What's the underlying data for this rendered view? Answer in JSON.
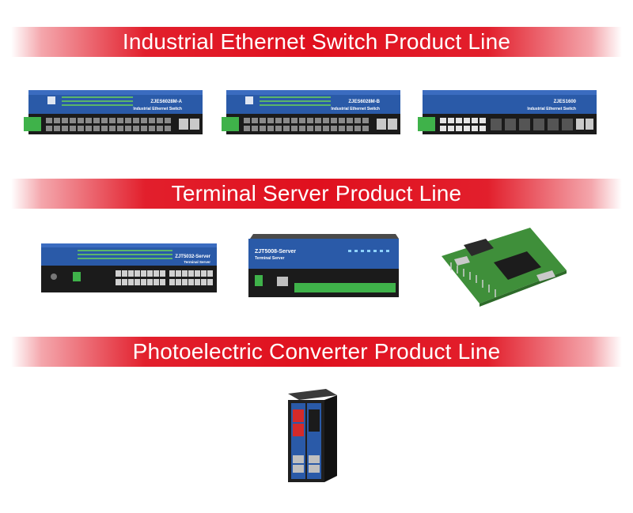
{
  "sections": [
    {
      "title": "Industrial Ethernet Switch Product Line"
    },
    {
      "title": "Terminal Server Product Line"
    },
    {
      "title": "Photoelectric Converter Product Line"
    }
  ],
  "products": {
    "switch_1": {
      "model": "ZJES6028M-A",
      "caption": "Industrial Ethernet Switch"
    },
    "switch_2": {
      "model": "ZJES6028M-B",
      "caption": "Industrial Ethernet Switch"
    },
    "switch_3": {
      "model": "ZJES1600",
      "caption": "Industrial Ethernet Switch"
    },
    "server_1": {
      "model": "ZJT5032-Server",
      "caption": "Terminal Server"
    },
    "server_2": {
      "model": "ZJT5008-Server",
      "caption": "Terminal Server"
    }
  },
  "colors": {
    "banner_red": "#e0101e",
    "device_blue": "#2a5aa8",
    "device_black": "#1b1b1b",
    "pcb_green": "#3f8f3a",
    "terminal_green": "#3fb24a"
  },
  "icons": {
    "switch": "industrial-switch-image",
    "server": "terminal-server-image",
    "module": "embedded-module-image",
    "converter": "media-converter-image"
  }
}
